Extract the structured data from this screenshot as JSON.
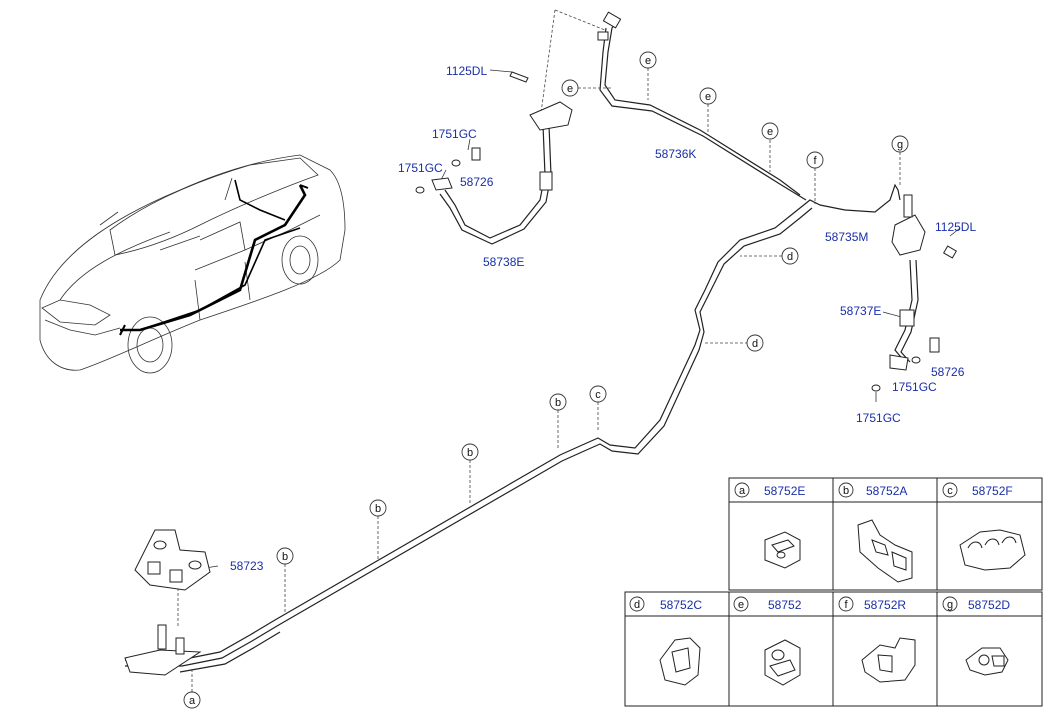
{
  "callouts": {
    "c1125dl_top": "1125DL",
    "c1751gc_a": "1751GC",
    "c1751gc_b": "1751GC",
    "c58726_a": "58726",
    "c58738e": "58738E",
    "c58736k": "58736K",
    "c58735m": "58735M",
    "c1125dl_right": "1125DL",
    "c58737e": "58737E",
    "c58726_b": "58726",
    "c1751gc_c": "1751GC",
    "c1751gc_d": "1751GC",
    "c58723": "58723"
  },
  "refs": [
    "a",
    "b",
    "c",
    "d",
    "e",
    "f",
    "g"
  ],
  "legend": {
    "row1": [
      {
        "ref": "a",
        "part": "58752E"
      },
      {
        "ref": "b",
        "part": "58752A"
      },
      {
        "ref": "c",
        "part": "58752F"
      }
    ],
    "row2": [
      {
        "ref": "d",
        "part": "58752C"
      },
      {
        "ref": "e",
        "part": "58752"
      },
      {
        "ref": "f",
        "part": "58752R"
      },
      {
        "ref": "g",
        "part": "58752D"
      }
    ]
  },
  "colors": {
    "part_number": "#1a2fa8",
    "line": "#222222"
  }
}
